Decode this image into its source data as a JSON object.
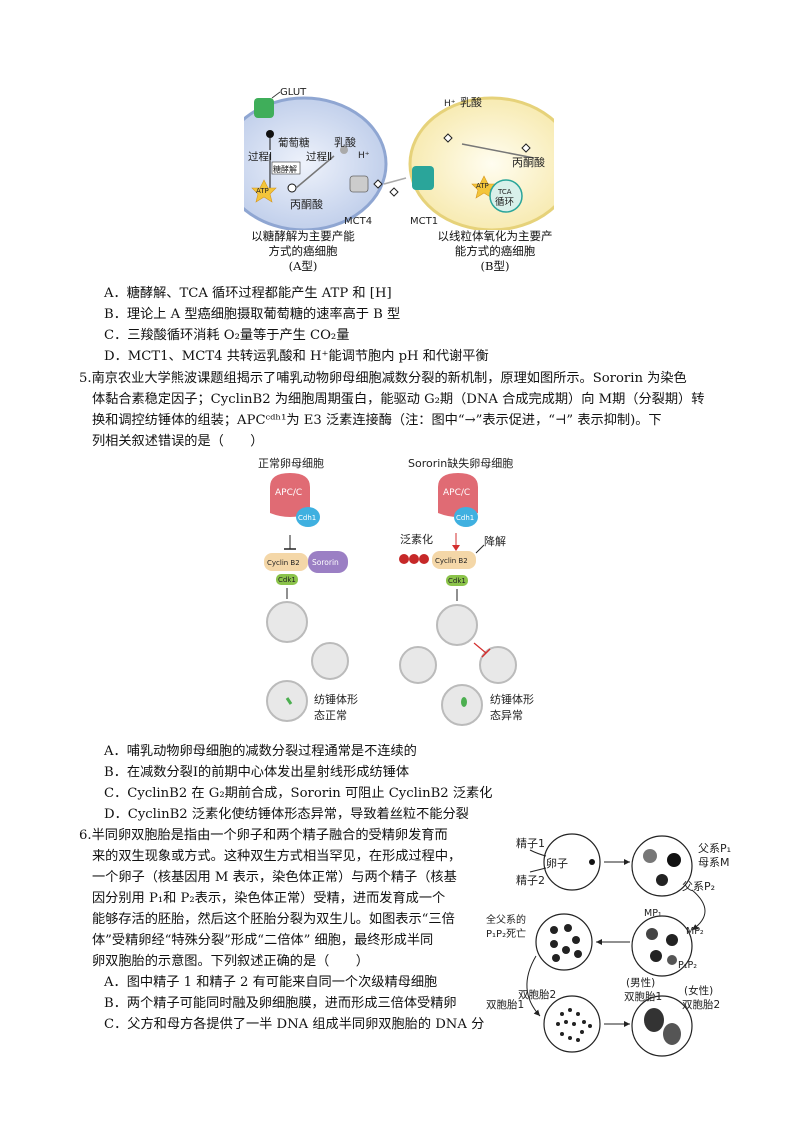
{
  "fig1": {
    "glut": "GLUT",
    "glucose": "葡萄糖",
    "process1": "过程Ⅰ",
    "glycolysis": "糖酵解",
    "process2": "过程Ⅱ",
    "lactate_a": "乳酸",
    "h_a": "H⁺",
    "atp_a": "ATP",
    "pyruvate_a": "丙酮酸",
    "mct4": "MCT4",
    "mct1": "MCT1",
    "h_b": "H⁺",
    "lactate_b": "乳酸",
    "pyruvate_b": "丙酮酸",
    "atp_b": "ATP",
    "tca": "TCA",
    "cycle": "循环",
    "caption_a": [
      "以糖酵解为主要产能",
      "方式的癌细胞",
      "(A型)"
    ],
    "caption_b": [
      "以线粒体氧化为主要产",
      "能方式的癌细胞",
      "(B型)"
    ]
  },
  "q4_options": [
    "A．糖酵解、TCA 循环过程都能产生 ATP 和 [H]",
    "B．理论上 A 型癌细胞摄取葡萄糖的速率高于 B 型",
    "C．三羧酸循环消耗 O₂量等于产生 CO₂量",
    "D．MCT1、MCT4 共转运乳酸和 H⁺能调节胞内 pH 和代谢平衡"
  ],
  "q5": {
    "lines": [
      "5.南京农业大学熊波课题组揭示了哺乳动物卵母细胞减数分裂的新机制，原理如图所示。Sororin 为染色",
      "体黏合素稳定因子；CyclinB2 为细胞周期蛋白，能驱动 G₂期（DNA 合成完成期）向 M期（分裂期）转",
      "换和调控纺锤体的组装；APCᶜᵈʰ¹为 E3 泛素连接酶（注：图中“→”表示促进，“⊣” 表示抑制)。下",
      "列相关叙述错误的是（　　）"
    ],
    "fig": {
      "title_left": "正常卵母细胞",
      "title_right": "Sororin缺失卵母细胞",
      "apc": "APC/C",
      "cdh1": "Cdh1",
      "cyclin": "Cyclin B2",
      "sororin": "Sororin",
      "cdk1": "Cdk1",
      "ubiq": "泛素化",
      "degrade": "降解",
      "normal_label": [
        "纺锤体形",
        "态正常"
      ],
      "abnormal_label": [
        "纺锤体形",
        "态异常"
      ]
    },
    "options": [
      "A．哺乳动物卵母细胞的减数分裂过程通常是不连续的",
      "B．在减数分裂Ⅰ的前期中心体发出星射线形成纺锤体",
      "C．CyclinB2 在 G₂期前合成，Sororin 可阻止 CyclinB2 泛素化",
      "D．CyclinB2 泛素化使纺锤体形态异常，导致着丝粒不能分裂"
    ]
  },
  "q6": {
    "lines": [
      "6.半同卵双胞胎是指由一个卵子和两个精子融合的受精卵发育而",
      "来的双生现象或方式。这种双生方式相当罕见，在形成过程中，",
      "一个卵子（核基因用 M 表示，染色体正常）与两个精子（核基",
      "因分别用 P₁和 P₂表示，染色体正常）受精，进而发育成一个",
      "能够存活的胚胎，然后这个胚胎分裂为双生儿。如图表示“三倍",
      "体”受精卵经“特殊分裂”形成“二倍体” 细胞，最终形成半同",
      "卵双胞胎的示意图。下列叙述正确的是（　　）"
    ],
    "options": [
      "A．图中精子 1 和精子 2 有可能来自同一个次级精母细胞",
      "B．两个精子可能同时融及卵细胞膜，进而形成三倍体受精卵",
      "C．父方和母方各提供了一半 DNA 组成半同卵双胞胎的 DNA 分"
    ],
    "fig": {
      "sperm1": "精子1",
      "sperm2": "精子2",
      "egg": "卵子",
      "p1": "父系P₁",
      "m": "母系M",
      "p2": "父系P₂",
      "all_father": [
        "全父系的",
        "P₁P₂死亡"
      ],
      "mp1": "MP₁",
      "mp2": "MP₂",
      "p1p2": "P₁P₂",
      "twin1_left": "双胞胎1",
      "twin2_left": "双胞胎2",
      "male": "(男性)",
      "twin1_right": "双胞胎1",
      "female": "(女性)",
      "twin2_right": "双胞胎2"
    }
  }
}
